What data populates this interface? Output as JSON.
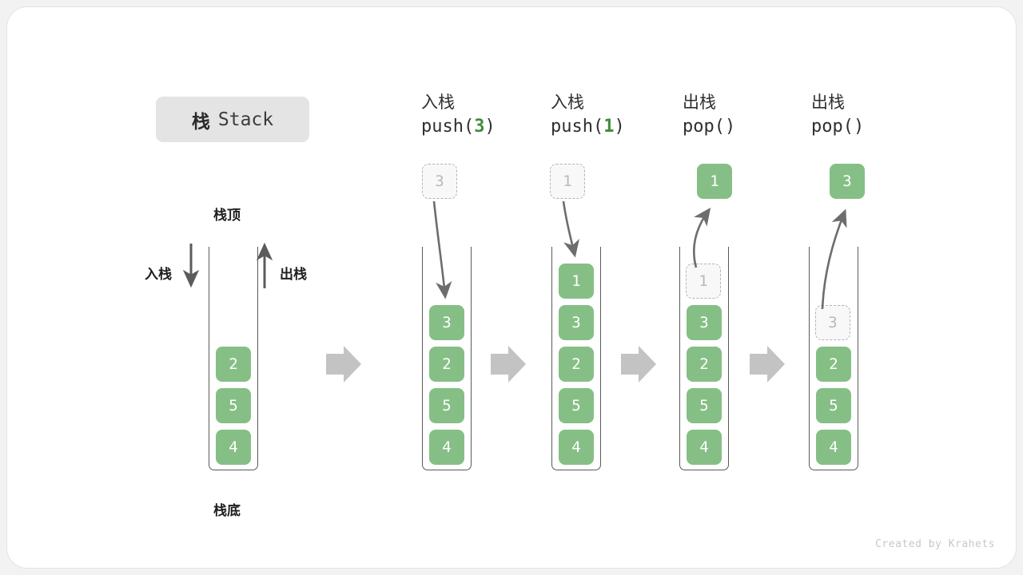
{
  "title": {
    "cjk": "栈",
    "en": "Stack"
  },
  "annotations": {
    "top": "栈顶",
    "bottom": "栈底",
    "push_side": "入栈",
    "pop_side": "出栈"
  },
  "footer": "Created by Krahets",
  "colors": {
    "green": "#86bf86",
    "green_text": "#3f8c3f",
    "ghost_border": "#b4b4b4",
    "ghost_text": "#b9b9b9",
    "tube_border": "#5a5a5a",
    "flow_arrow": "#c3c3c3",
    "curve_arrow": "#6d6d6d",
    "chip_bg": "#e4e4e4"
  },
  "steps": [
    {
      "id": "initial",
      "op": "none",
      "head_cjk": "",
      "head_code": "",
      "head_arg": "",
      "stack": [
        "2",
        "5",
        "4"
      ],
      "floating": null,
      "ghost_in_stack": null
    },
    {
      "id": "push-3",
      "op": "push",
      "head_cjk": "入栈",
      "head_code_prefix": "push(",
      "head_arg": "3",
      "head_code_suffix": ")",
      "stack": [
        "3",
        "2",
        "5",
        "4"
      ],
      "floating": {
        "value": "3",
        "style": "ghost"
      },
      "ghost_in_stack": null
    },
    {
      "id": "push-1",
      "op": "push",
      "head_cjk": "入栈",
      "head_code_prefix": "push(",
      "head_arg": "1",
      "head_code_suffix": ")",
      "stack": [
        "1",
        "3",
        "2",
        "5",
        "4"
      ],
      "floating": {
        "value": "1",
        "style": "ghost"
      },
      "ghost_in_stack": null
    },
    {
      "id": "pop-1",
      "op": "pop",
      "head_cjk": "出栈",
      "head_code_prefix": "pop(",
      "head_arg": "",
      "head_code_suffix": ")",
      "stack": [
        "3",
        "2",
        "5",
        "4"
      ],
      "floating": {
        "value": "1",
        "style": "solid"
      },
      "ghost_in_stack": {
        "value": "1"
      }
    },
    {
      "id": "pop-3",
      "op": "pop",
      "head_cjk": "出栈",
      "head_code_prefix": "pop(",
      "head_arg": "",
      "head_code_suffix": ")",
      "stack": [
        "2",
        "5",
        "4"
      ],
      "floating": {
        "value": "3",
        "style": "solid"
      },
      "ghost_in_stack": {
        "value": "3"
      }
    }
  ]
}
